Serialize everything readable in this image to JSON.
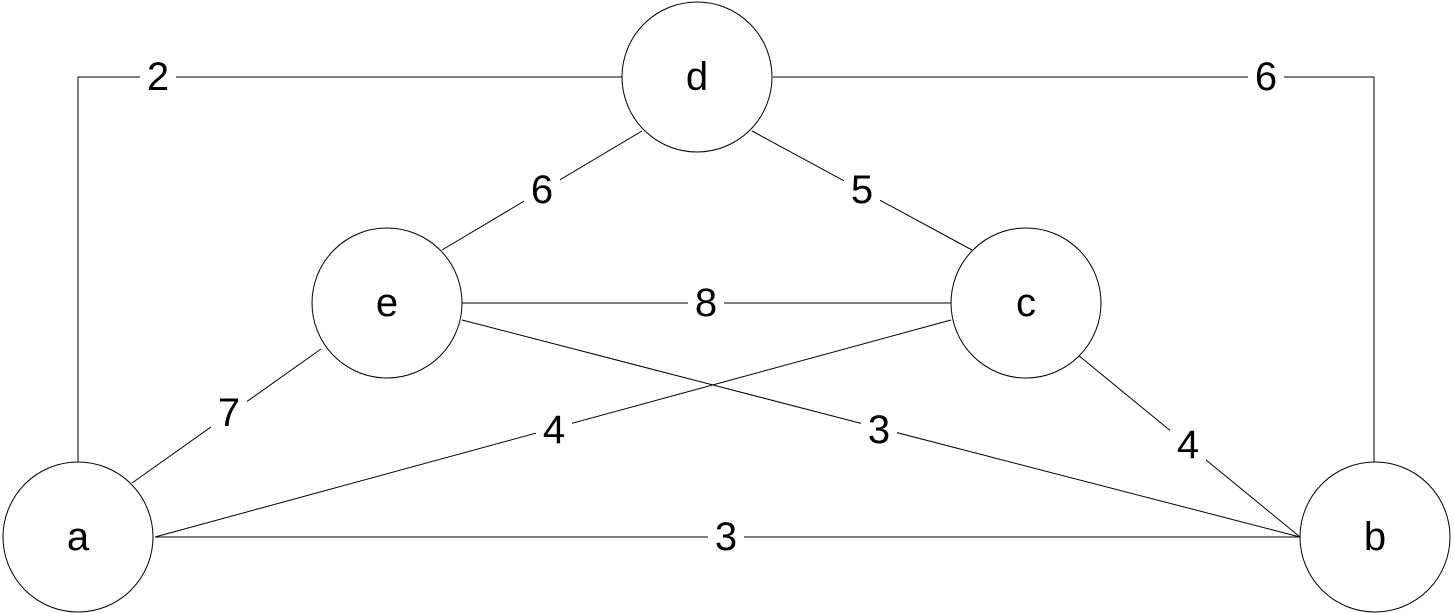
{
  "nodes": [
    {
      "id": "a",
      "label": "a"
    },
    {
      "id": "b",
      "label": "b"
    },
    {
      "id": "c",
      "label": "c"
    },
    {
      "id": "d",
      "label": "d"
    },
    {
      "id": "e",
      "label": "e"
    }
  ],
  "edges": [
    {
      "id": "a-d",
      "from": "a",
      "to": "d",
      "weight": "2"
    },
    {
      "id": "d-b",
      "from": "d",
      "to": "b",
      "weight": "6"
    },
    {
      "id": "d-e",
      "from": "d",
      "to": "e",
      "weight": "6"
    },
    {
      "id": "d-c",
      "from": "d",
      "to": "c",
      "weight": "5"
    },
    {
      "id": "e-c",
      "from": "e",
      "to": "c",
      "weight": "8"
    },
    {
      "id": "e-a",
      "from": "e",
      "to": "a",
      "weight": "7"
    },
    {
      "id": "a-c",
      "from": "a",
      "to": "c",
      "weight": "4"
    },
    {
      "id": "e-b",
      "from": "e",
      "to": "b",
      "weight": "3"
    },
    {
      "id": "c-b",
      "from": "c",
      "to": "b",
      "weight": "4"
    },
    {
      "id": "a-b",
      "from": "a",
      "to": "b",
      "weight": "3"
    }
  ]
}
